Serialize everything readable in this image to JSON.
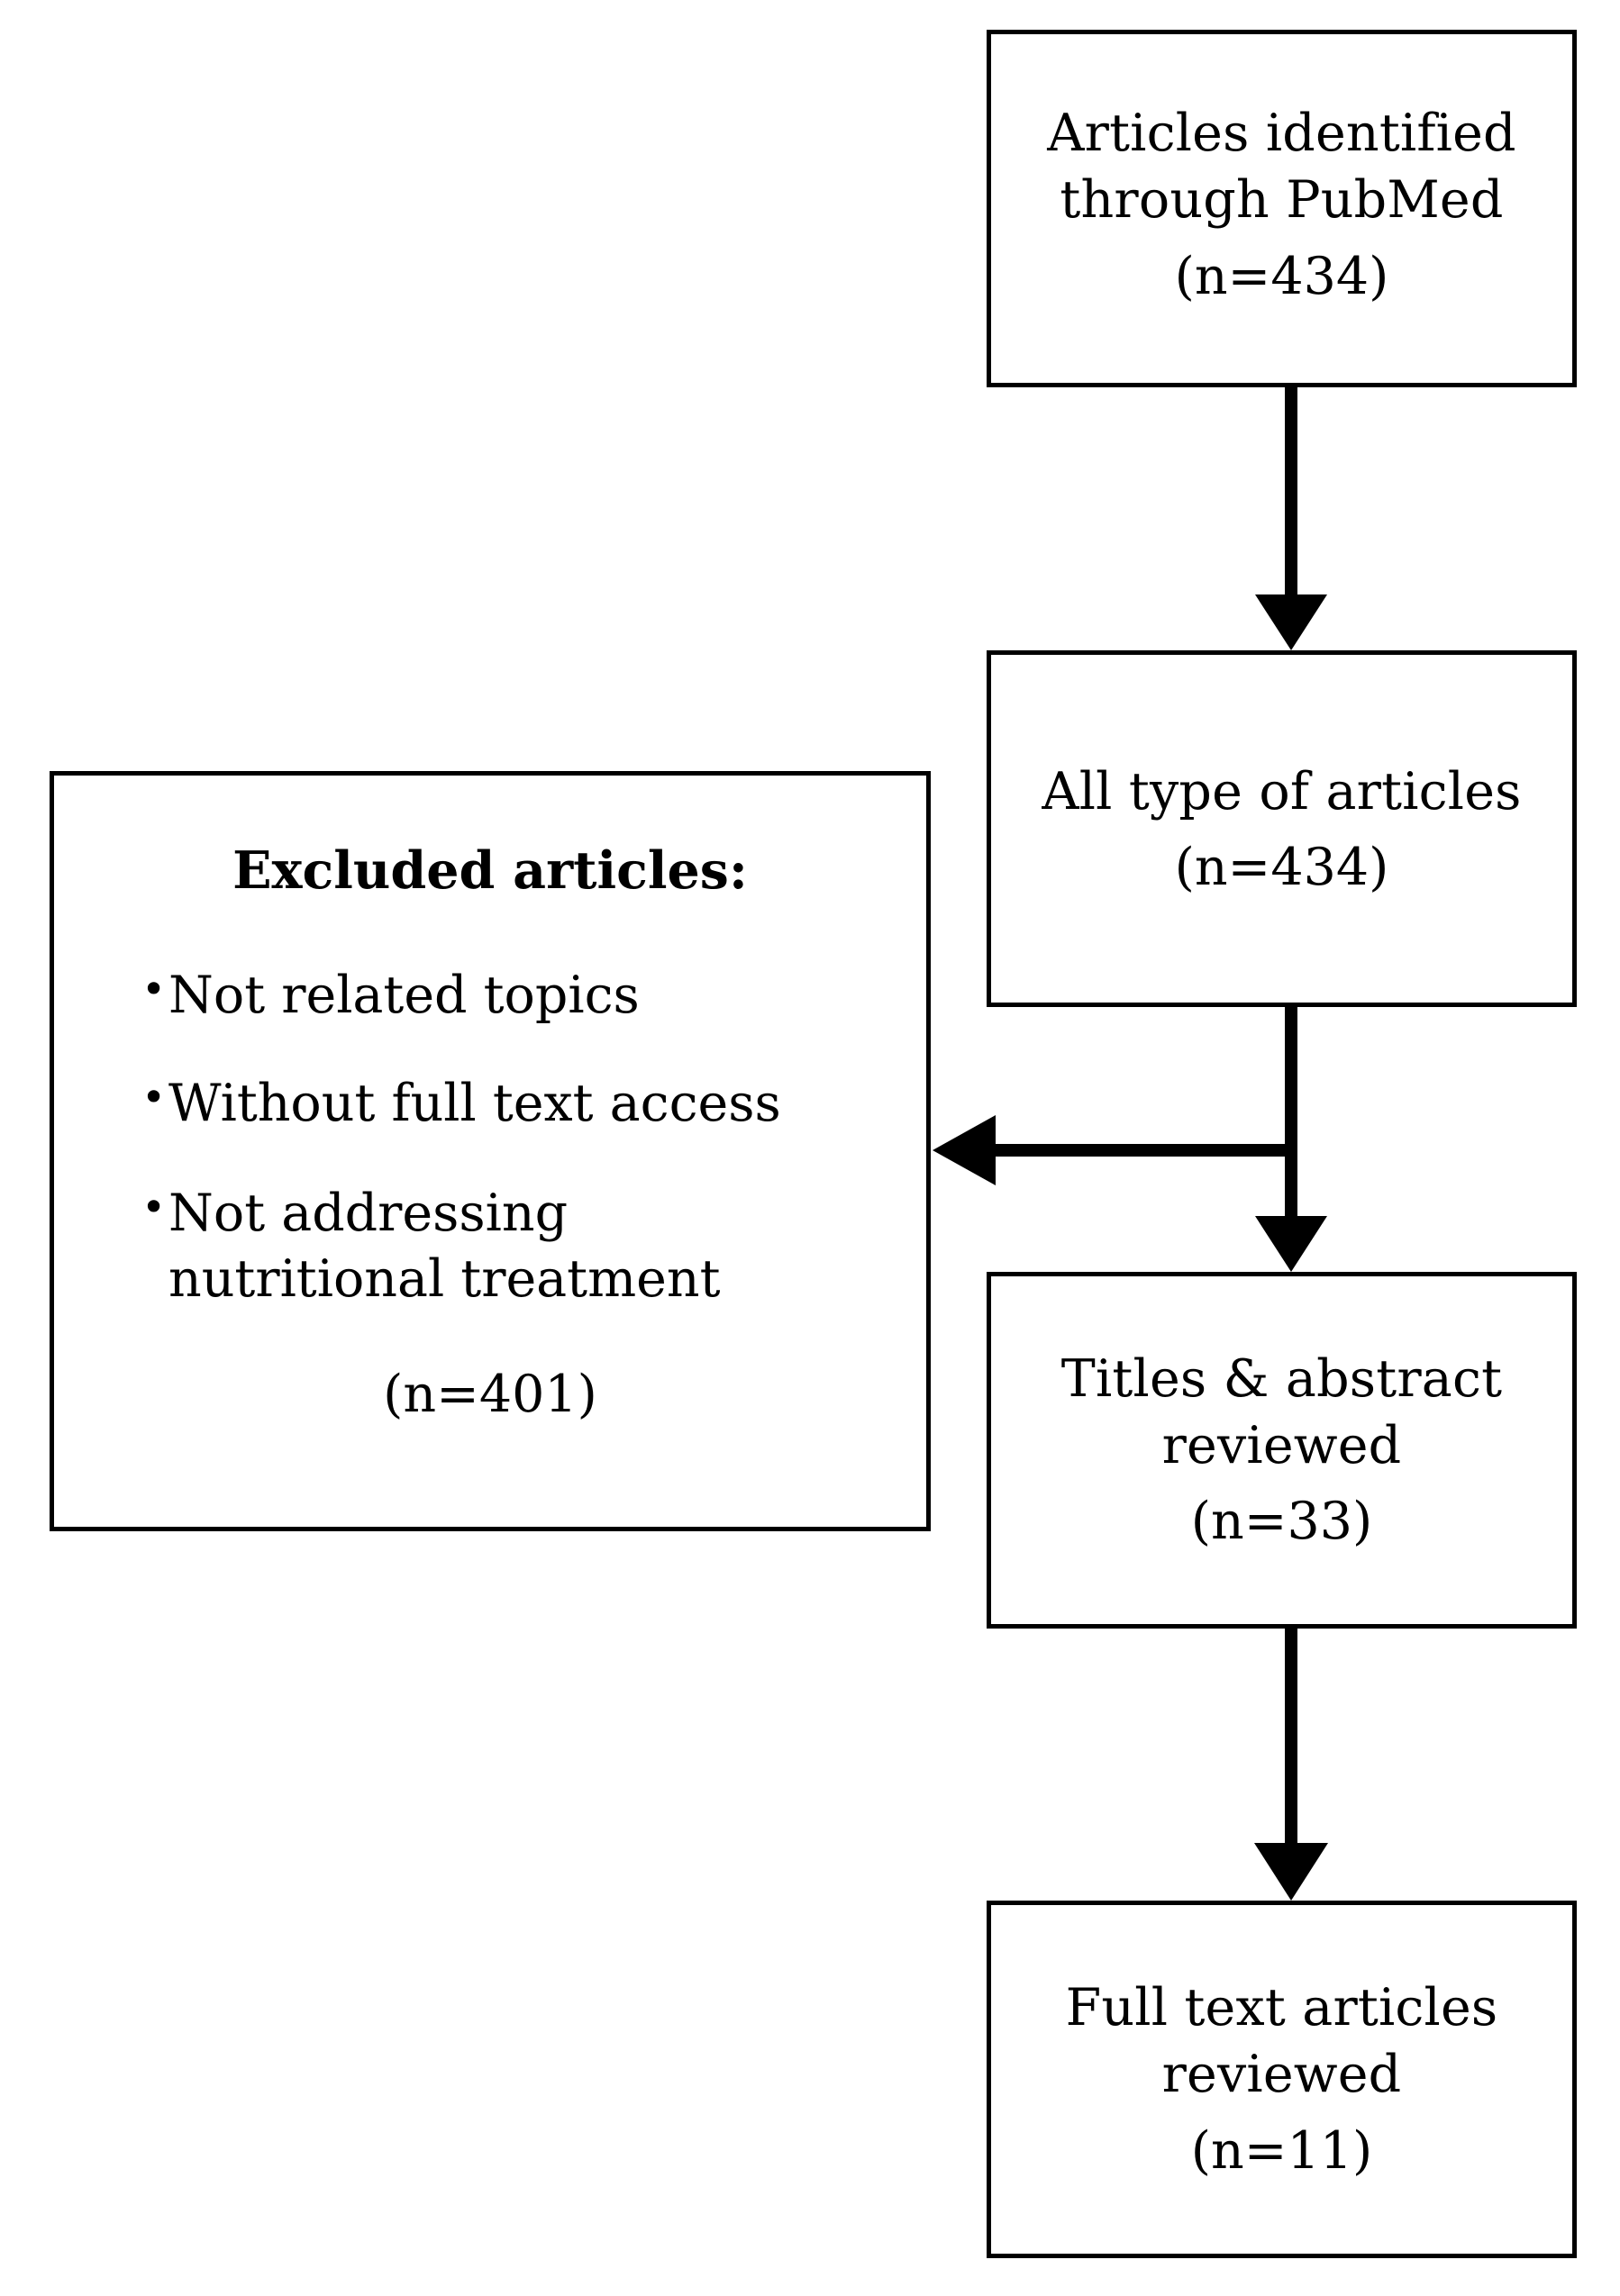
{
  "figure": {
    "type": "prisma-flow-diagram",
    "orientation": "vertical",
    "line_color": "#000000",
    "box_fill": "#ffffff",
    "background": "#ffffff"
  },
  "boxes": [
    {
      "id": "identified",
      "lines": [
        "Articles identified",
        "through PubMed"
      ],
      "count": "(n=434)"
    },
    {
      "id": "alltypes",
      "lines": [
        "All type of articles"
      ],
      "count": "(n=434)"
    },
    {
      "id": "titles",
      "lines": [
        "Titles & abstract",
        "reviewed"
      ],
      "count": "(n=33)"
    },
    {
      "id": "fulltext",
      "lines": [
        "Full text articles",
        "reviewed"
      ],
      "count": "(n=11)"
    }
  ],
  "excluded": {
    "title": "Excluded articles:",
    "bullet_glyph": "•",
    "items": [
      {
        "line1": "Not related topics",
        "line2": ""
      },
      {
        "line1": "Without full text access",
        "line2": ""
      },
      {
        "line1": "Not addressing",
        "line2": "nutritional treatment"
      }
    ],
    "count": "(n=401)"
  },
  "arrows": [
    {
      "id": "identified-to-alltypes",
      "direction": "down"
    },
    {
      "id": "alltypes-to-excluded",
      "direction": "left"
    },
    {
      "id": "alltypes-to-titles",
      "direction": "down"
    },
    {
      "id": "titles-to-fulltext",
      "direction": "down"
    }
  ]
}
